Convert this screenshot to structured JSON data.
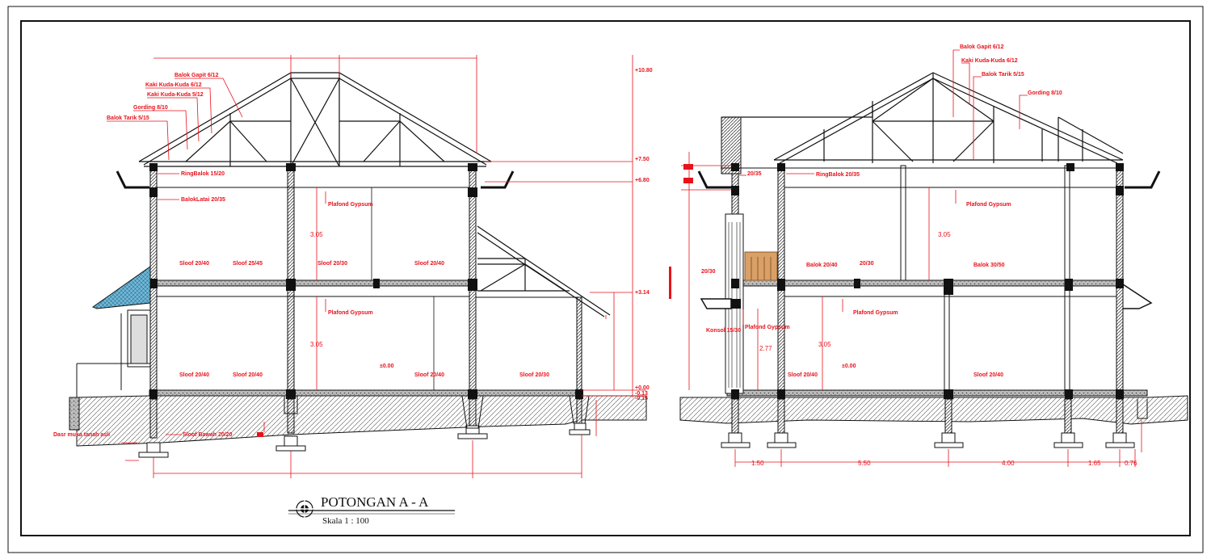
{
  "title": {
    "name": "POTONGAN A - A",
    "scale": "Skala 1 : 100"
  },
  "colors": {
    "annotation": "#e8121b",
    "line": "#111111",
    "roof_tile": "#6fb6d6",
    "frame": "#d9a067"
  },
  "left_section": {
    "labels": {
      "balok_gapit": "Balok Gapit 6/12",
      "kaki_kuda_1": "Kaki Kuda-Kuda 6/12",
      "kaki_kuda_2": "Kaki Kuda-Kuda 5/12",
      "gording": "Gording 8/10",
      "balok_tarik": "Balok Tarik 5/15",
      "ring_balok": "RingBalok 15/20",
      "balok_latai": "BalokLatai 20/35",
      "plafond_1": "Plafond Gypsum",
      "plafond_2": "Plafond Gypsum",
      "sloof_1": "Sloof 20/40",
      "sloof_2": "Sloof 25/45",
      "sloof_3": "Sloof 20/30",
      "sloof_4": "Sloof 20/40",
      "sloof_5": "Sloof 20/40",
      "sloof_6": "Sloof 20/40",
      "sloof_7": "Sloof 20/40",
      "sloof_8": "Sloof 20/30",
      "sloof_bawah": "Sloof Bawah 20/20",
      "dasar_tanah": "Dasr muka tanah asli",
      "level_zero": "±0.00"
    },
    "levels": [
      "+10.80",
      "+7.50",
      "+6.80",
      "+3.14",
      "+0.00",
      "-0.13",
      "-0.15"
    ],
    "heights": [
      "3.05",
      "3.05"
    ]
  },
  "right_section": {
    "labels": {
      "balok_gapit": "Balok Gapit 6/12",
      "kaki_kuda": "Kaki Kuda-Kuda 6/12",
      "balok_tarik": "Balok Tarik 5/15",
      "gording": "Gording 8/10",
      "ring_balok": "RingBalok 20/35",
      "b2035": "20/35",
      "plafond_1": "Plafond Gypsum",
      "plafond_2": "Plafond Gypsum",
      "plafond_3": "Plafond Gypsum",
      "b2030a": "20/30",
      "balok_2040": "Balok 20/40",
      "b2030b": "20/30",
      "balok_3050": "Balok 30/50",
      "konsol": "Konsol 15/30",
      "sloof_1": "Sloof 20/40",
      "sloof_2": "Sloof 20/40",
      "level_zero": "±0.00"
    },
    "heights": [
      "3.05",
      "3.05",
      "2.77"
    ],
    "spans": [
      "1.50",
      "5.50",
      "4.00",
      "1.65",
      "0.76"
    ]
  }
}
